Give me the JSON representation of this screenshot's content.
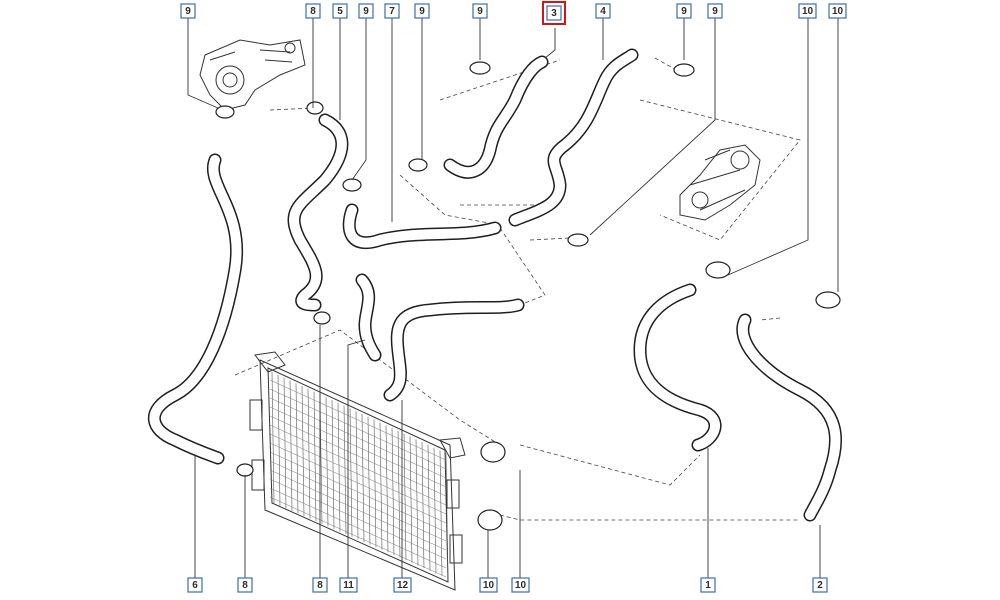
{
  "callouts": [
    {
      "id": "c-top-9a",
      "label": "9"
    },
    {
      "id": "c-top-8",
      "label": "8"
    },
    {
      "id": "c-top-5",
      "label": "5"
    },
    {
      "id": "c-top-9b",
      "label": "9"
    },
    {
      "id": "c-top-7",
      "label": "7"
    },
    {
      "id": "c-top-9c",
      "label": "9"
    },
    {
      "id": "c-top-9d",
      "label": "9"
    },
    {
      "id": "c-top-3",
      "label": "3",
      "highlighted": true
    },
    {
      "id": "c-top-4",
      "label": "4"
    },
    {
      "id": "c-top-9e",
      "label": "9"
    },
    {
      "id": "c-top-9f",
      "label": "9"
    },
    {
      "id": "c-top-10a",
      "label": "10"
    },
    {
      "id": "c-top-10b",
      "label": "10"
    },
    {
      "id": "c-bot-6",
      "label": "6"
    },
    {
      "id": "c-bot-8a",
      "label": "8"
    },
    {
      "id": "c-bot-8b",
      "label": "8"
    },
    {
      "id": "c-bot-11",
      "label": "11"
    },
    {
      "id": "c-bot-12",
      "label": "12"
    },
    {
      "id": "c-bot-10a",
      "label": "10"
    },
    {
      "id": "c-bot-10b",
      "label": "10"
    },
    {
      "id": "c-bot-1",
      "label": "1"
    },
    {
      "id": "c-bot-2",
      "label": "2"
    }
  ],
  "colors": {
    "callout_border": "#3b6ea8",
    "highlight": "#d0161b",
    "line": "#1e1e1e",
    "background": "#ffffff"
  }
}
